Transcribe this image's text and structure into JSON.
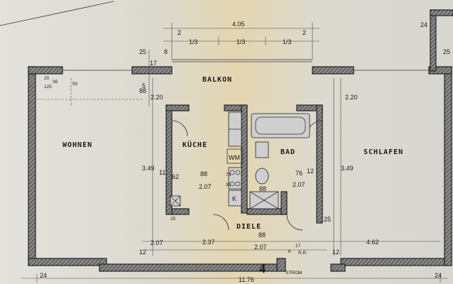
{
  "rooms": {
    "balkon": "BALKON",
    "wohnen": "WOHNEN",
    "kueche": "KÜCHE",
    "bad": "BAD",
    "schlafen": "SCHLAFEN",
    "diele": "DIELE"
  },
  "fixtures": {
    "wm": "WM",
    "k": "K"
  },
  "unit_number": "4",
  "strom": "STROM",
  "rr": "R.R.",
  "dimensions": {
    "top_width": "4.05",
    "balkon_thirds": [
      "1/3",
      "1/3",
      "1/3"
    ],
    "top_small_left": "2",
    "top_small_right": "2",
    "top_25": "25",
    "top_17": "17",
    "top_8": "8",
    "top_right_24": "24",
    "top_right_25": "25",
    "left_88": "88",
    "left_5": "5",
    "kitchen_220": "2.20",
    "kitchen_349": "3.49",
    "right_220": "2.20",
    "right_349": "3.49",
    "kueche_207": "2.07",
    "kueche_88": "88",
    "kueche_62": "62",
    "kueche_11": "11",
    "bad_76": "76",
    "bad_12": "12",
    "bad_207": "2.07",
    "bad_88": "88",
    "diele_237": "2.37",
    "diele_207": "2.07",
    "diele_88": "88",
    "right_462": "4.62",
    "bottom_24": "24",
    "bottom_1176": "11.76",
    "bottom_24_right": "24",
    "bottom_12": "12",
    "bottom_25": "25",
    "left_12": "12",
    "left_207": "2.07",
    "small_20": "20",
    "small_36": "36",
    "small_125": "125",
    "small_50": "50",
    "small_75": "75",
    "small_35": "35",
    "small_6": "6",
    "small_17": "17",
    "small_25b": "25"
  }
}
